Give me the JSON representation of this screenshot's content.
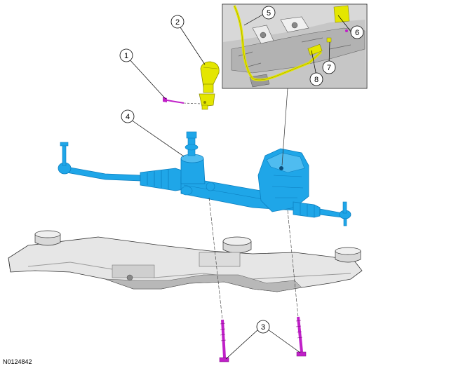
{
  "figure_id": "N0124842",
  "callouts": [
    {
      "number": "1",
      "part": "bolt"
    },
    {
      "number": "2",
      "part": "steering-column-shaft"
    },
    {
      "number": "3",
      "part": "subframe-bolts"
    },
    {
      "number": "4",
      "part": "steering-gear"
    },
    {
      "number": "5",
      "part": "wiring-harness"
    },
    {
      "number": "6",
      "part": "clip"
    },
    {
      "number": "7",
      "part": "clip"
    },
    {
      "number": "8",
      "part": "connector"
    }
  ],
  "colors": {
    "steering_gear": "#1fa6e8",
    "steering_gear_dark": "#0c7fc0",
    "column_shaft": "#e4e600",
    "column_shaft_dark": "#b5b400",
    "bolts": "#c020c8",
    "subframe": "#e6e6e6",
    "subframe_shadow": "#9a9a9a",
    "inset_bg": "#d8d8d8",
    "outline": "#333333"
  }
}
